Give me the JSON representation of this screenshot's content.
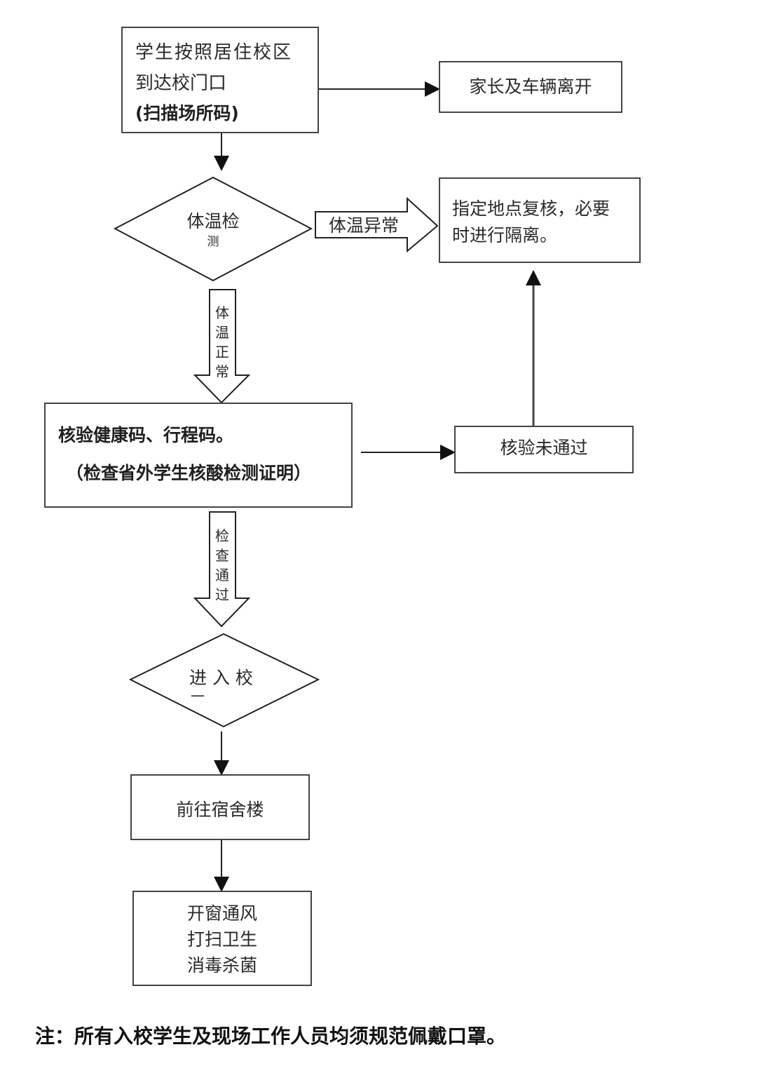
{
  "flowchart": {
    "start": {
      "line1": "学生按照居住校区",
      "line2": "到达校门口",
      "line3": "(扫描场所码)"
    },
    "parents_leave": "家长及车辆离开",
    "temp_check": {
      "line1": "体温检",
      "line2": "测"
    },
    "temp_abnormal_label": "体温异常",
    "recheck": {
      "line1": "指定地点复核，必要",
      "line2": "时进行隔离。"
    },
    "temp_normal_label": [
      "体",
      "温",
      "正",
      "常"
    ],
    "verify": {
      "line1": "核验健康码、行程码。",
      "line2": "（检查省外学生核酸检测证明）"
    },
    "verify_failed": "核验未通过",
    "check_passed_label": [
      "检",
      "查",
      "通",
      "过"
    ],
    "enter_school": {
      "line1": "进 入 校",
      "line2": "一"
    },
    "go_dorm": "前往宿舍楼",
    "dorm_tasks": [
      "开窗通风",
      "打扫卫生",
      "消毒杀菌"
    ]
  },
  "note": "注：所有入校学生及现场工作人员均须规范佩戴口罩。"
}
